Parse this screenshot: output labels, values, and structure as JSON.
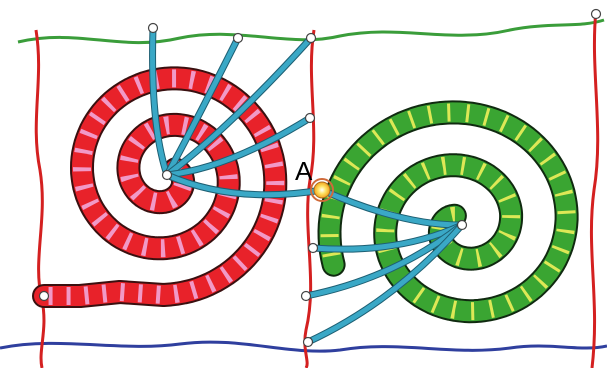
{
  "diagram": {
    "labels": {
      "point_a": "A"
    },
    "colors": {
      "top_curve": "#3a9d3a",
      "bottom_curve": "#2f3f9e",
      "side_curves": "#d42020",
      "red_spiral_fill": "#e8222a",
      "red_spiral_stripe": "#f2a6d8",
      "green_spiral_fill": "#3aa532",
      "green_spiral_stripe": "#f0f05a",
      "connector_tube": "#3aa8c6",
      "connector_tube_outline": "#1d5f73",
      "point_a_fill": "#f5c428",
      "point_a_ring": "#d06a3a",
      "node_fill": "#ffffff",
      "node_stroke": "#444444"
    },
    "icons": {
      "marked_point": "glowing-point",
      "endpoints": "white-circle-node"
    }
  }
}
